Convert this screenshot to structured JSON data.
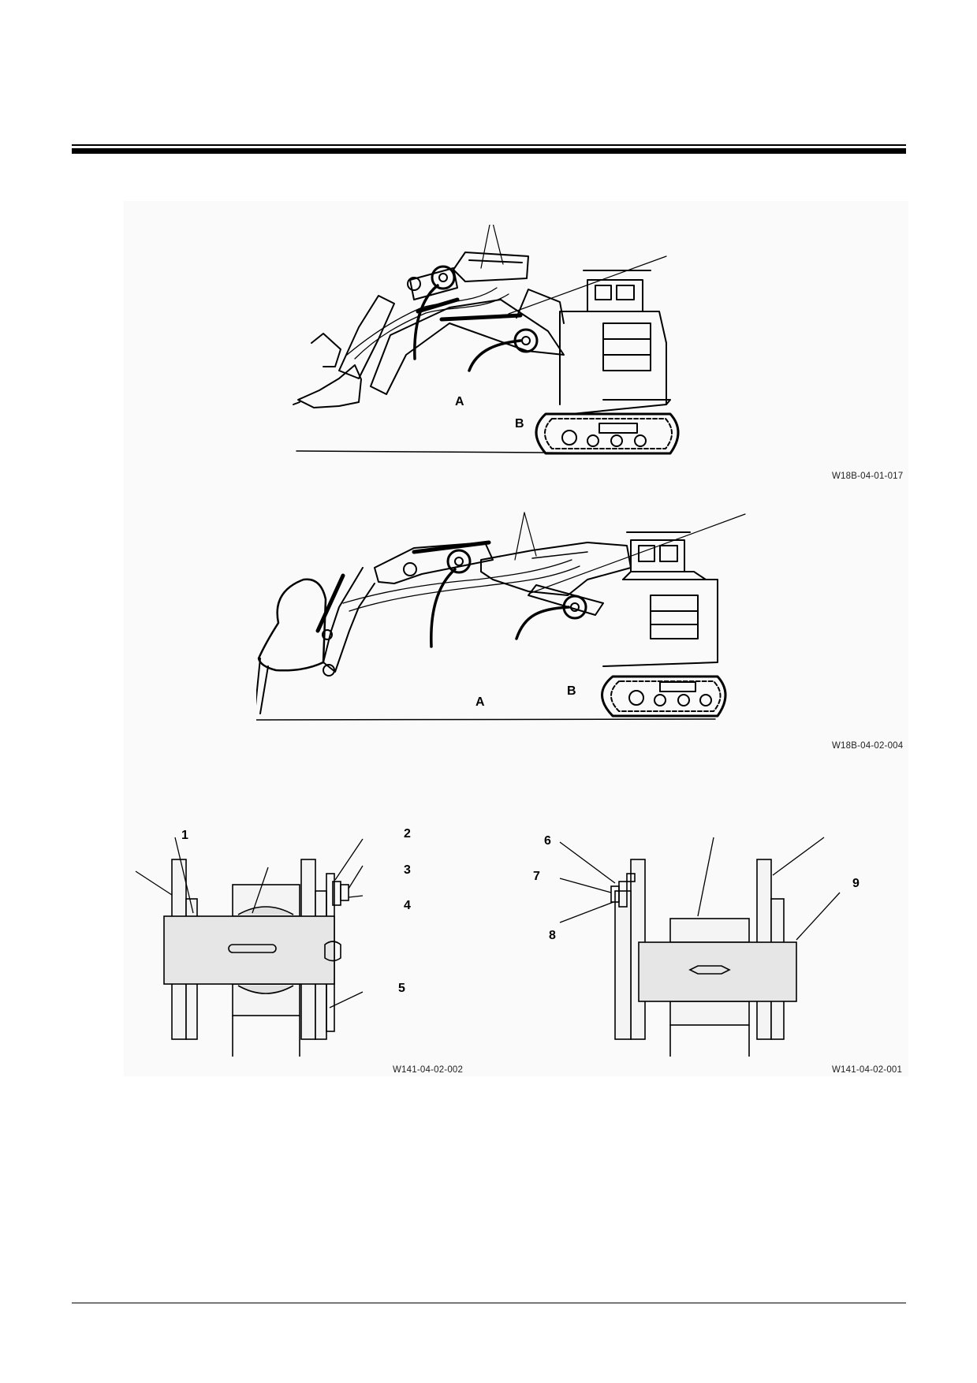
{
  "figures": [
    {
      "id": "front-shovel",
      "caption": "W18B-04-01-017",
      "labels": {
        "a": "A",
        "b": "B"
      }
    },
    {
      "id": "backhoe",
      "caption": "W18B-04-02-004",
      "labels": {
        "a": "A",
        "b": "B"
      }
    },
    {
      "id": "pin-detail-left",
      "caption": "W141-04-02-002",
      "callouts": [
        "1",
        "2",
        "3",
        "4",
        "5"
      ]
    },
    {
      "id": "pin-detail-right",
      "caption": "W141-04-02-001",
      "callouts": [
        "6",
        "7",
        "8",
        "9"
      ]
    }
  ]
}
